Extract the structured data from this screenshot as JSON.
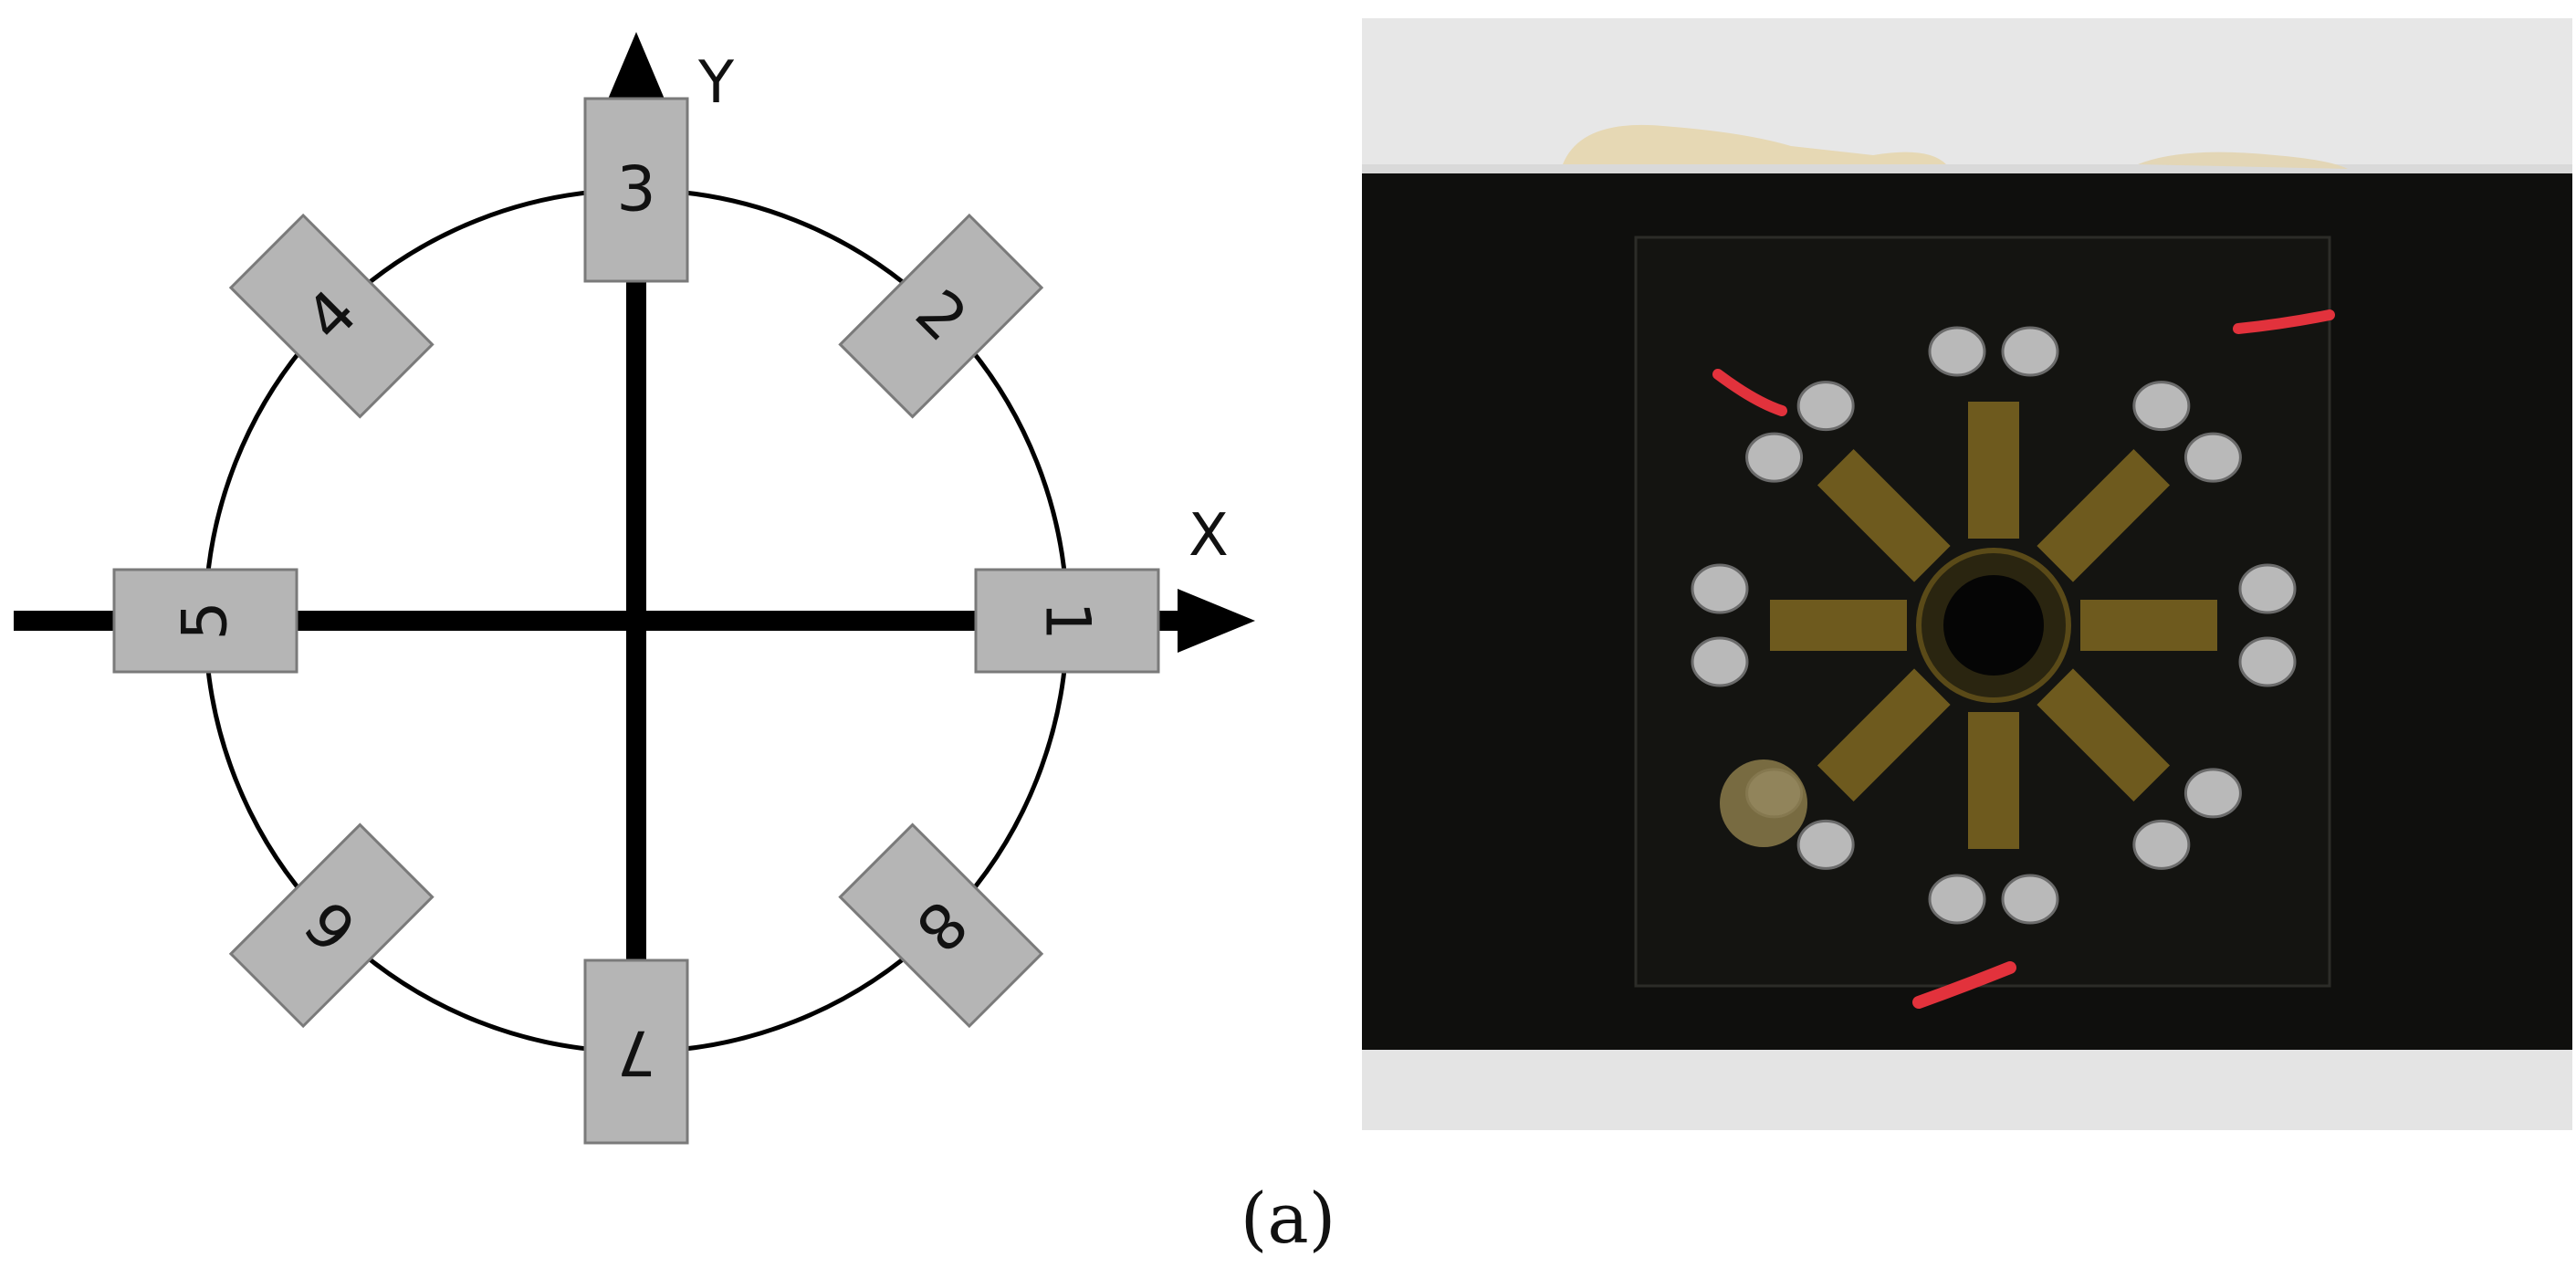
{
  "diagram": {
    "x_axis_label": "X",
    "y_axis_label": "Y",
    "gauges": [
      {
        "label": "1",
        "angle_deg": 0
      },
      {
        "label": "2",
        "angle_deg": 45
      },
      {
        "label": "3",
        "angle_deg": 90
      },
      {
        "label": "4",
        "angle_deg": 135
      },
      {
        "label": "5",
        "angle_deg": 180
      },
      {
        "label": "6",
        "angle_deg": 225
      },
      {
        "label": "7",
        "angle_deg": 270
      },
      {
        "label": "8",
        "angle_deg": 315
      }
    ],
    "colors": {
      "gauge_fill": "#b5b5b5",
      "gauge_stroke": "#7a7a7a",
      "axis": "#000000"
    }
  },
  "photo": {
    "colors": {
      "substrate": "#0f0f0d",
      "background": "#dcdcdc",
      "copper_pads": "#6e5a1e",
      "solder": "#b9b9b9",
      "wire": "#e2323c"
    }
  },
  "caption": "(a)"
}
